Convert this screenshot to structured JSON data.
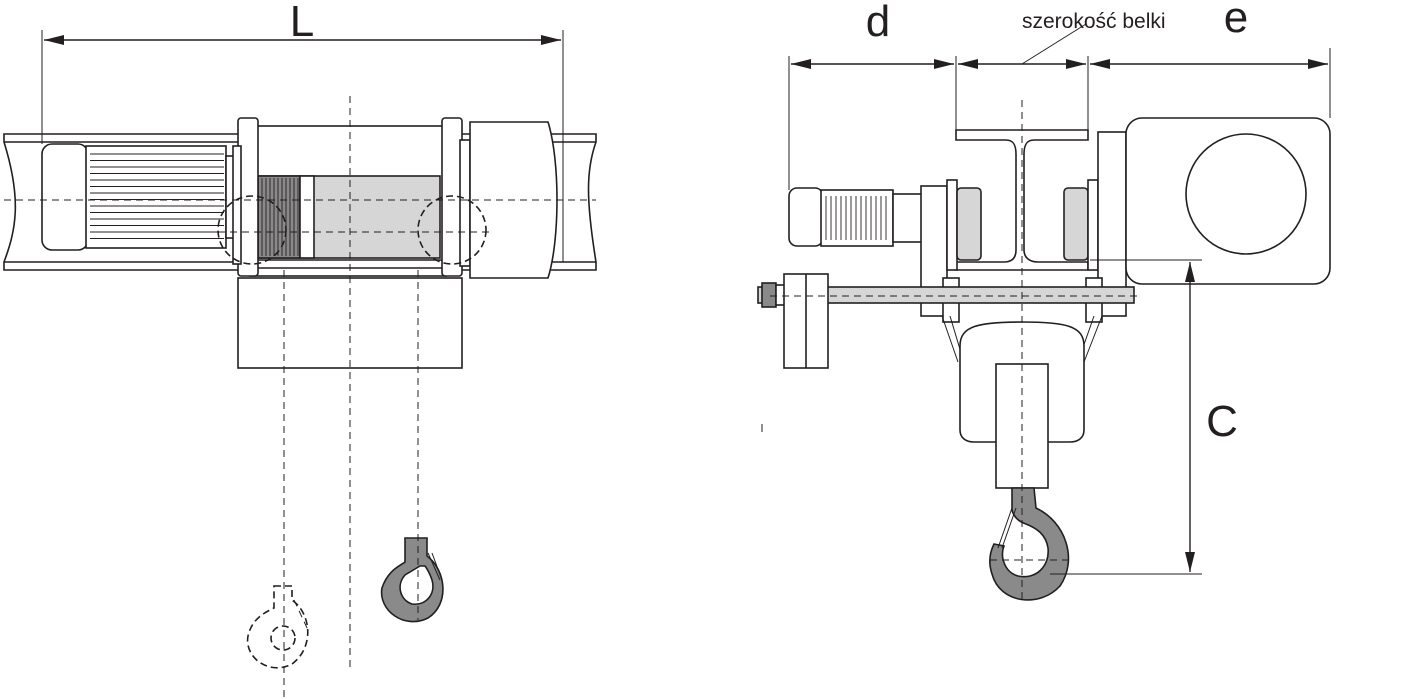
{
  "labels": {
    "length": "L",
    "left_offset": "d",
    "beam_width": "szerokość belki",
    "right_offset": "e",
    "height": "C"
  },
  "colors": {
    "line": "#231f20",
    "light_fill": "#d6d6d6",
    "dark_fill": "#8a8a8a",
    "background": "#ffffff"
  },
  "icons": [
    "hook-icon",
    "dashed-hook-icon",
    "arrowhead-icon"
  ]
}
